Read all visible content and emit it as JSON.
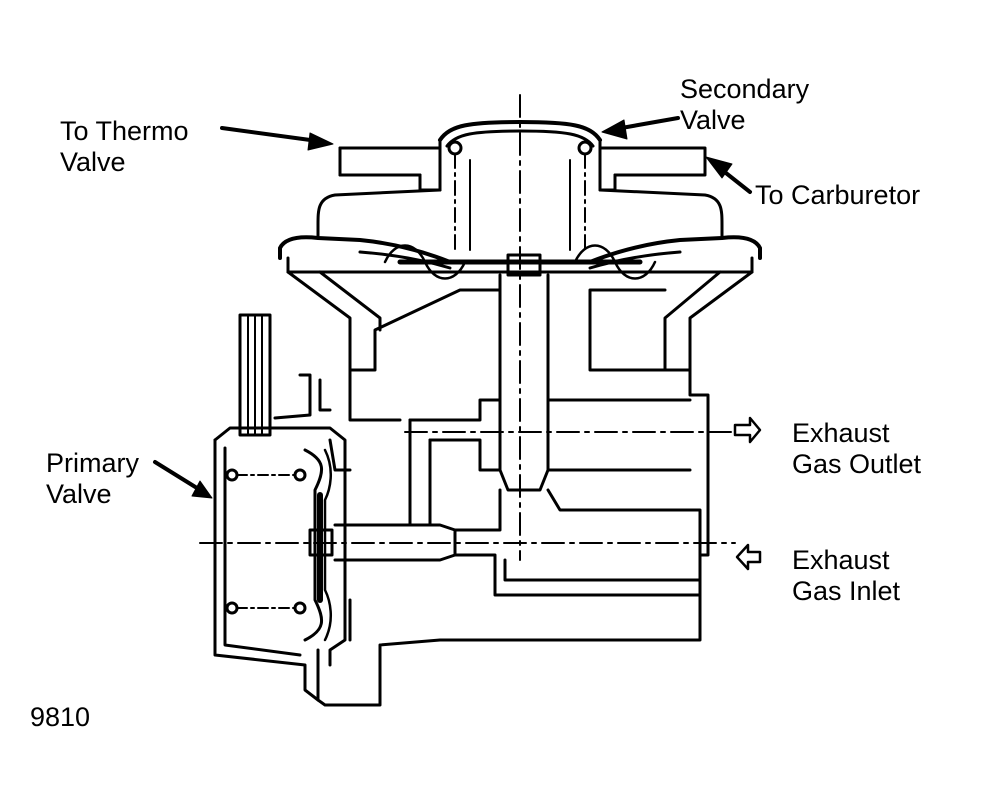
{
  "labels": {
    "to_thermo_valve": [
      "To Thermo",
      "Valve"
    ],
    "secondary_valve": [
      "Secondary",
      "Valve"
    ],
    "to_carburetor": "To Carburetor",
    "primary_valve": [
      "Primary",
      "Valve"
    ],
    "exhaust_gas_outlet": [
      "Exhaust",
      "Gas Outlet"
    ],
    "exhaust_gas_inlet": [
      "Exhaust",
      "Gas Inlet"
    ]
  },
  "figure_number": "9810",
  "colors": {
    "ink": "#000000",
    "paper": "#ffffff"
  }
}
